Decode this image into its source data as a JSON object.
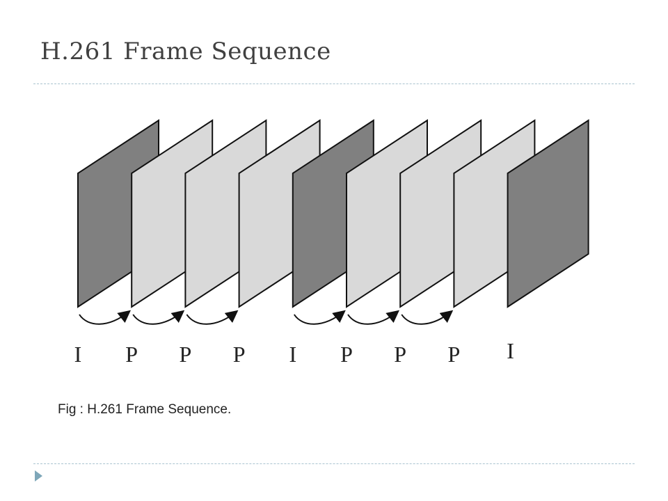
{
  "slide": {
    "title": "H.261 Frame Sequence",
    "caption": "Fig : H.261 Frame Sequence."
  },
  "diagram": {
    "frames": [
      {
        "label": "I",
        "type": "intra"
      },
      {
        "label": "P",
        "type": "predicted"
      },
      {
        "label": "P",
        "type": "predicted"
      },
      {
        "label": "P",
        "type": "predicted"
      },
      {
        "label": "I",
        "type": "intra"
      },
      {
        "label": "P",
        "type": "predicted"
      },
      {
        "label": "P",
        "type": "predicted"
      },
      {
        "label": "P",
        "type": "predicted"
      },
      {
        "label": "I",
        "type": "intra"
      }
    ],
    "arrows": [
      {
        "from": 0,
        "to": 1
      },
      {
        "from": 1,
        "to": 2
      },
      {
        "from": 2,
        "to": 3
      },
      {
        "from": 4,
        "to": 5
      },
      {
        "from": 5,
        "to": 6
      },
      {
        "from": 6,
        "to": 7
      }
    ],
    "colors": {
      "intra": "#808080",
      "predicted": "#d9d9d9",
      "outline": "#111111"
    }
  },
  "nav": {
    "icon": "triangle-right-icon",
    "color": "#7ea7b9"
  }
}
